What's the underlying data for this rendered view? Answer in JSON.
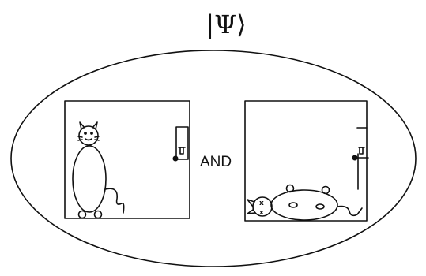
{
  "diagram": {
    "title": "|Ψ⟩",
    "connector": "AND",
    "colors": {
      "ink": "#111111",
      "background": "#ffffff"
    },
    "panels": [
      {
        "name": "alive-cat-box",
        "state": "cat sitting alive, vial intact"
      },
      {
        "name": "dead-cat-box",
        "state": "cat lying dead, vial broken"
      }
    ]
  }
}
